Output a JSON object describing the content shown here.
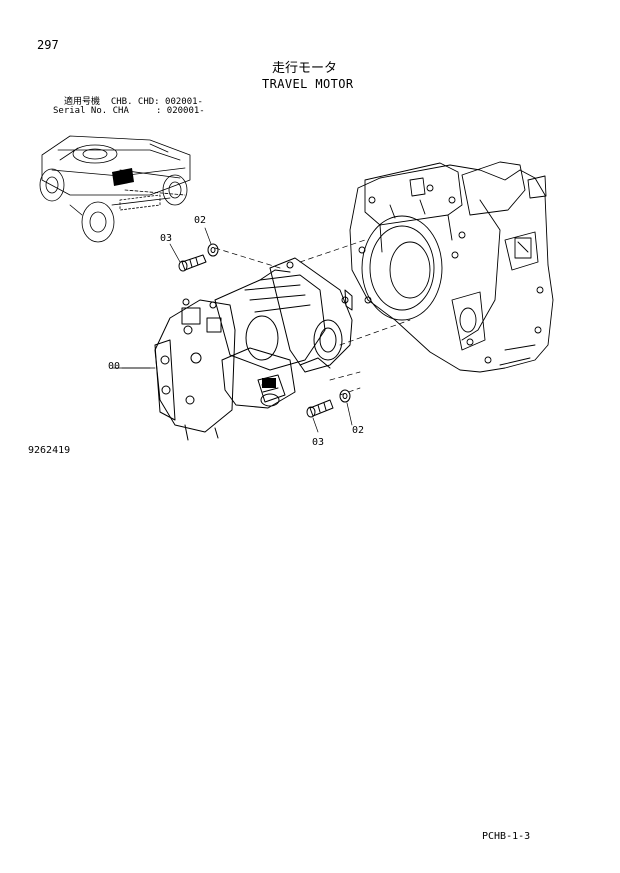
{
  "header": {
    "page_number": "297",
    "title_jp": "走行モータ",
    "title_en": "TRAVEL MOTOR",
    "serial_line_1": "適用号機  CHB. CHD: 002001-",
    "serial_line_2": "Serial No. CHA     : 020001-"
  },
  "callouts": {
    "c00": "00",
    "c02_top": "02",
    "c03_top": "03",
    "c03_bottom": "03",
    "c02_bottom": "02"
  },
  "footer": {
    "illustration_number": "9262419",
    "page_code": "PCHB-1-3"
  }
}
